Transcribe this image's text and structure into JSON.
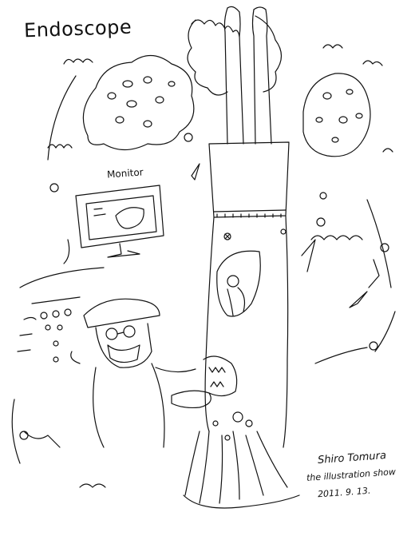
{
  "title": "Endoscope",
  "monitor_label": "Monitor",
  "signature": {
    "name": "Shiro Tomura",
    "show": "the illustration show",
    "date": "2011. 9. 13."
  },
  "colors": {
    "ink": "#111111",
    "paper": "#ffffff"
  }
}
